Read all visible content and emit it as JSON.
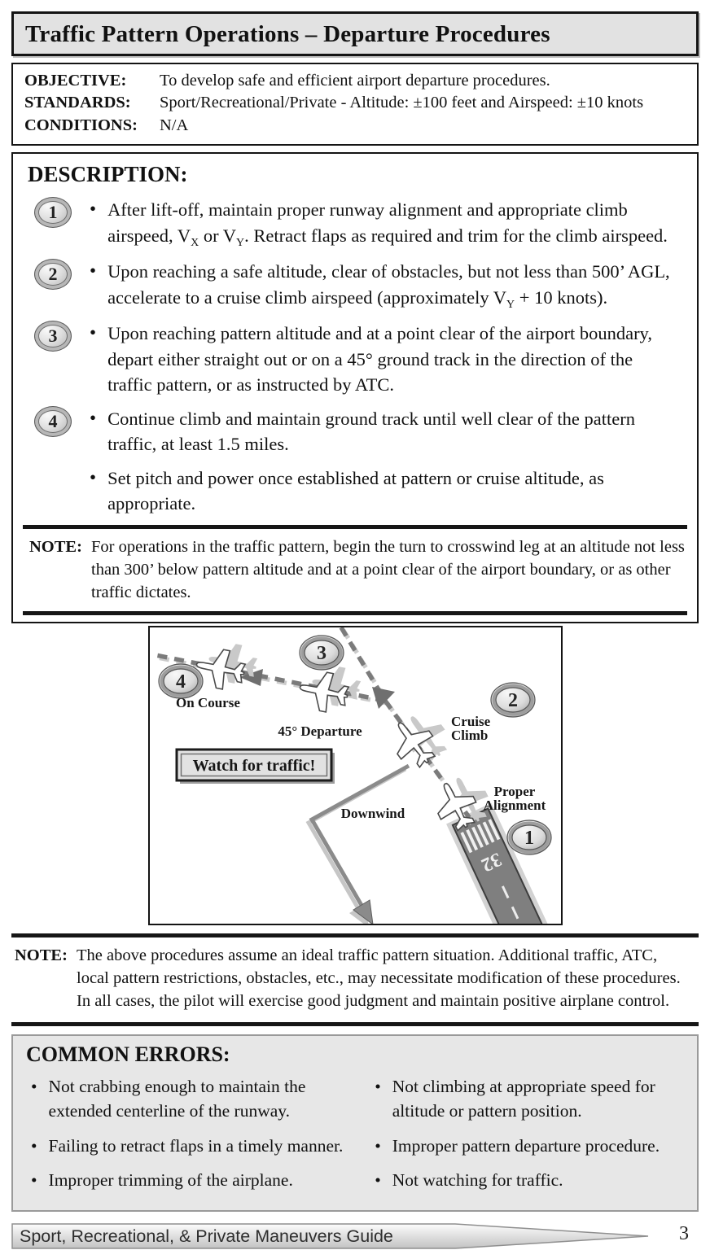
{
  "header": {
    "title": "Traffic Pattern Operations – Departure Procedures"
  },
  "info": {
    "rows": [
      {
        "label": "OBJECTIVE:",
        "value": "To develop safe and efficient airport departure procedures."
      },
      {
        "label": "STANDARDS:",
        "value": "Sport/Recreational/Private - Altitude:  ±100 feet and Airspeed:  ±10 knots"
      },
      {
        "label": "CONDITIONS:",
        "value": "N/A"
      }
    ]
  },
  "description": {
    "heading": "DESCRIPTION:",
    "bullet": "•",
    "items": [
      {
        "num": "1",
        "parts": [
          {
            "t": "After lift-off, maintain proper runway alignment and appropriate climb airspeed, V"
          },
          {
            "s": "X"
          },
          {
            "t": " or V"
          },
          {
            "s": "Y"
          },
          {
            "t": ".  Retract flaps as required and trim for the climb airspeed."
          }
        ]
      },
      {
        "num": "2",
        "parts": [
          {
            "t": "Upon reaching a safe altitude, clear of obstacles, but not less than 500’ AGL, accelerate to a cruise climb airspeed (approximately V"
          },
          {
            "s": "Y"
          },
          {
            "t": " + 10 knots)."
          }
        ]
      },
      {
        "num": "3",
        "parts": [
          {
            "t": "Upon reaching pattern altitude and at a point clear of the airport boundary, depart either straight out or on a 45° ground track in the direction of the traffic pattern, or as instructed by ATC."
          }
        ]
      },
      {
        "num": "4",
        "parts": [
          {
            "t": "Continue climb and maintain ground track until well clear of the pattern traffic, at least 1.5 miles."
          }
        ]
      },
      {
        "num": "",
        "parts": [
          {
            "t": "Set pitch and power once established at pattern or cruise altitude, as appropriate."
          }
        ]
      }
    ],
    "note": {
      "label": "NOTE:",
      "text": "For operations in the traffic pattern, begin the turn to crosswind leg at an altitude not less than 300’ below pattern altitude and at a point clear of the airport boundary, or as other traffic dictates."
    }
  },
  "diagram": {
    "badges": {
      "b1": "1",
      "b2": "2",
      "b3": "3",
      "b4": "4"
    },
    "labels": {
      "on_course": "On Course",
      "departure_45": "45° Departure",
      "cruise_line1": "Cruise",
      "cruise_line2": "Climb",
      "proper_line1": "Proper",
      "proper_line2": "Alignment",
      "downwind": "Downwind",
      "watch": "Watch for traffic!",
      "runway_number": "32"
    }
  },
  "bottom_note": {
    "label": "NOTE:",
    "text": "The above procedures assume an ideal traffic pattern situation.  Additional traffic, ATC, local pattern restrictions, obstacles, etc., may necessitate modification of these procedures.  In all cases, the pilot will exercise good judgment and maintain positive airplane control."
  },
  "common_errors": {
    "heading": "COMMON ERRORS:",
    "bullet": "•",
    "left": [
      "Not crabbing enough to maintain the extended centerline of the runway.",
      "Failing to retract flaps in a timely manner.",
      "Improper trimming of the airplane."
    ],
    "right": [
      "Not climbing at appropriate speed for altitude or pattern position.",
      "Improper pattern departure procedure.",
      "Not watching for traffic."
    ]
  },
  "footer": {
    "text": "Sport, Recreational, & Private Maneuvers Guide",
    "page_number": "3"
  },
  "colors": {
    "title_bg": "#e2e2e2",
    "box_border": "#141414",
    "errors_bg": "#e7e7e7",
    "track_gray": "#7b7b7b",
    "runway_gray": "#7f7f7f",
    "badge_ring": "#b7b7b7",
    "footer_gradient_end": "#c2c2c2"
  }
}
